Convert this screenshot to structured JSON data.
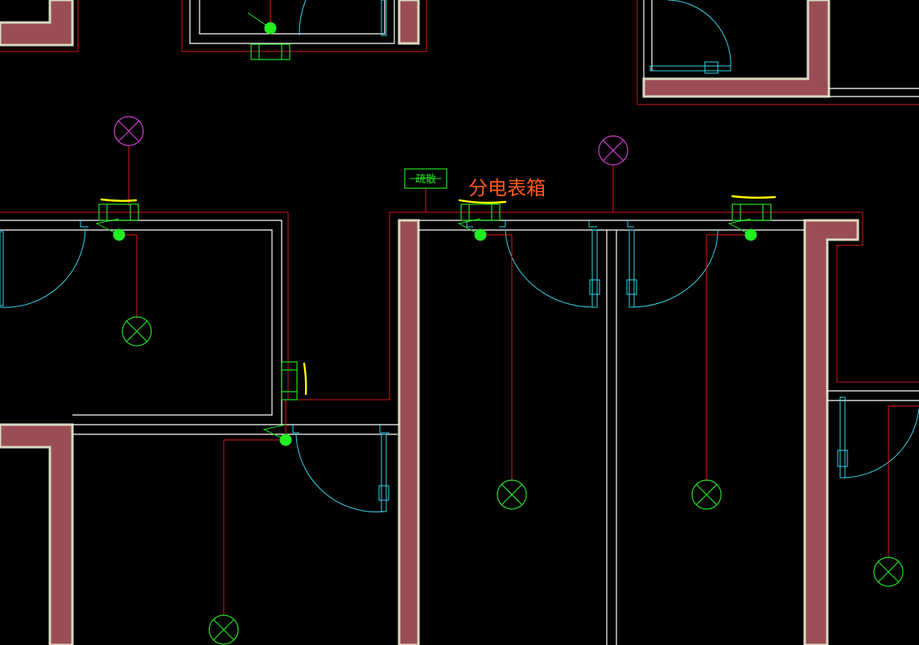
{
  "drawing": {
    "annotation_label": "分电表箱",
    "small_box_label": "疏散",
    "colors": {
      "background": "#000000",
      "wall_fill": "#9b4d56",
      "wall_edge": "#d8d8c0",
      "wall_line": "#ffffff",
      "wiring": "#e01818",
      "door": "#36d6e8",
      "fixture": "#22e022",
      "fixture_dot": "#22ee22",
      "pendant": "#d23cd2",
      "highlight": "#ffff00",
      "annotation": "#ff5a1e",
      "frame_red": "#d01818"
    },
    "symbols": {
      "lamp_ceiling": "circle-x-green",
      "lamp_pendant": "circle-x-magenta",
      "switch": "green-dot",
      "panel": "green-rectangle"
    }
  }
}
